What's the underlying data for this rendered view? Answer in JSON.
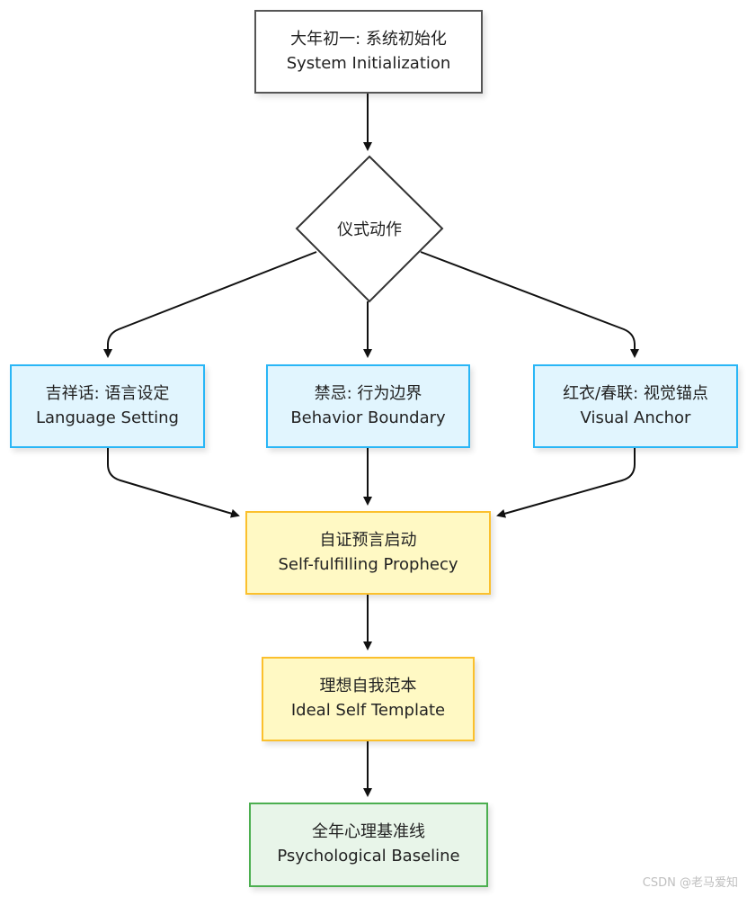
{
  "colors": {
    "edge": "#111111",
    "start": {
      "fill": "#ffffff",
      "stroke": "#555555"
    },
    "decision": {
      "fill": "#ffffff",
      "stroke": "#333333"
    },
    "blue": {
      "fill": "#e1f5fe",
      "stroke": "#29b6f6"
    },
    "yellow": {
      "fill": "#fff9c4",
      "stroke": "#fbc02d"
    },
    "green": {
      "fill": "#e8f5e9",
      "stroke": "#4caf50"
    }
  },
  "nodes": {
    "start": {
      "zh": "大年初一: 系统初始化",
      "en": "System Initialization"
    },
    "decision": {
      "label": "仪式动作"
    },
    "language": {
      "zh": "吉祥话: 语言设定",
      "en": "Language Setting"
    },
    "behavior": {
      "zh": "禁忌: 行为边界",
      "en": "Behavior Boundary"
    },
    "visual": {
      "zh": "红衣/春联: 视觉锚点",
      "en": "Visual Anchor"
    },
    "prophecy": {
      "zh": "自证预言启动",
      "en": "Self-fulfilling Prophecy"
    },
    "template": {
      "zh": "理想自我范本",
      "en": "Ideal Self Template"
    },
    "baseline": {
      "zh": "全年心理基准线",
      "en": "Psychological Baseline"
    }
  },
  "watermark": "CSDN @老马爱知"
}
